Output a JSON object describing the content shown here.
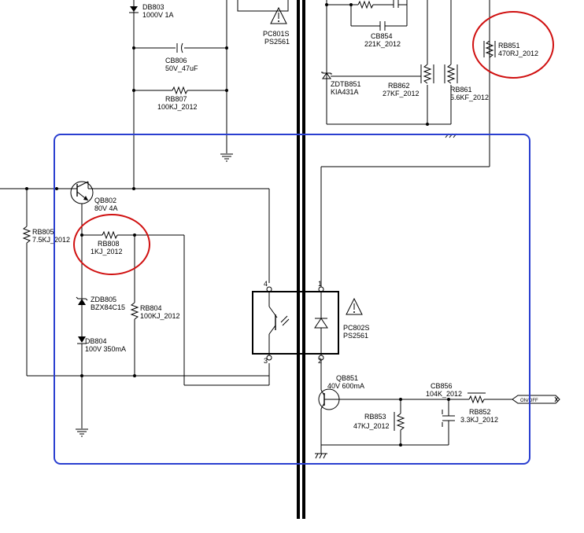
{
  "components": {
    "db803": {
      "ref": "DB803",
      "value": "1000V 1A"
    },
    "cb806": {
      "ref": "CB806",
      "value": "50V_47uF"
    },
    "rb807": {
      "ref": "RB807",
      "value": "100KJ_2012"
    },
    "pc801s": {
      "ref": "PC801S",
      "value": "PS2561"
    },
    "cb854": {
      "ref": "CB854",
      "value": "221K_2012"
    },
    "rb851": {
      "ref": "RB851",
      "value": "470RJ_2012"
    },
    "zdtb851": {
      "ref": "ZDTB851",
      "value": "KIA431A"
    },
    "rb862": {
      "ref": "RB862",
      "value": "27KF_2012"
    },
    "rb861": {
      "ref": "RB861",
      "value": "5.6KF_2012"
    },
    "qb802": {
      "ref": "QB802",
      "value": "80V 4A"
    },
    "rb805": {
      "ref": "RB805",
      "value": "7.5KJ_2012"
    },
    "rb808": {
      "ref": "RB808",
      "value": "1KJ_2012"
    },
    "zdb805": {
      "ref": "ZDB805",
      "value": "BZX84C15"
    },
    "rb804": {
      "ref": "RB804",
      "value": "100KJ_2012"
    },
    "db804": {
      "ref": "DB804",
      "value": "100V 350mA"
    },
    "pc802s": {
      "ref": "PC802S",
      "value": "PS2561"
    },
    "qb851": {
      "ref": "QB851",
      "value": "40V 600mA"
    },
    "cb856": {
      "ref": "CB856",
      "value": "104K_2012"
    },
    "rb853": {
      "ref": "RB853",
      "value": "47KJ_2012"
    },
    "rb852": {
      "ref": "RB852",
      "value": "3.3KJ_2012"
    }
  },
  "pins": {
    "p1": "1",
    "p2": "2",
    "p3": "3",
    "p4": "4"
  },
  "connector": {
    "label": "ON/OFF"
  },
  "colors": {
    "highlight_box": "#2a3fd0",
    "highlight_circle": "#d01010",
    "wire": "#000000"
  }
}
